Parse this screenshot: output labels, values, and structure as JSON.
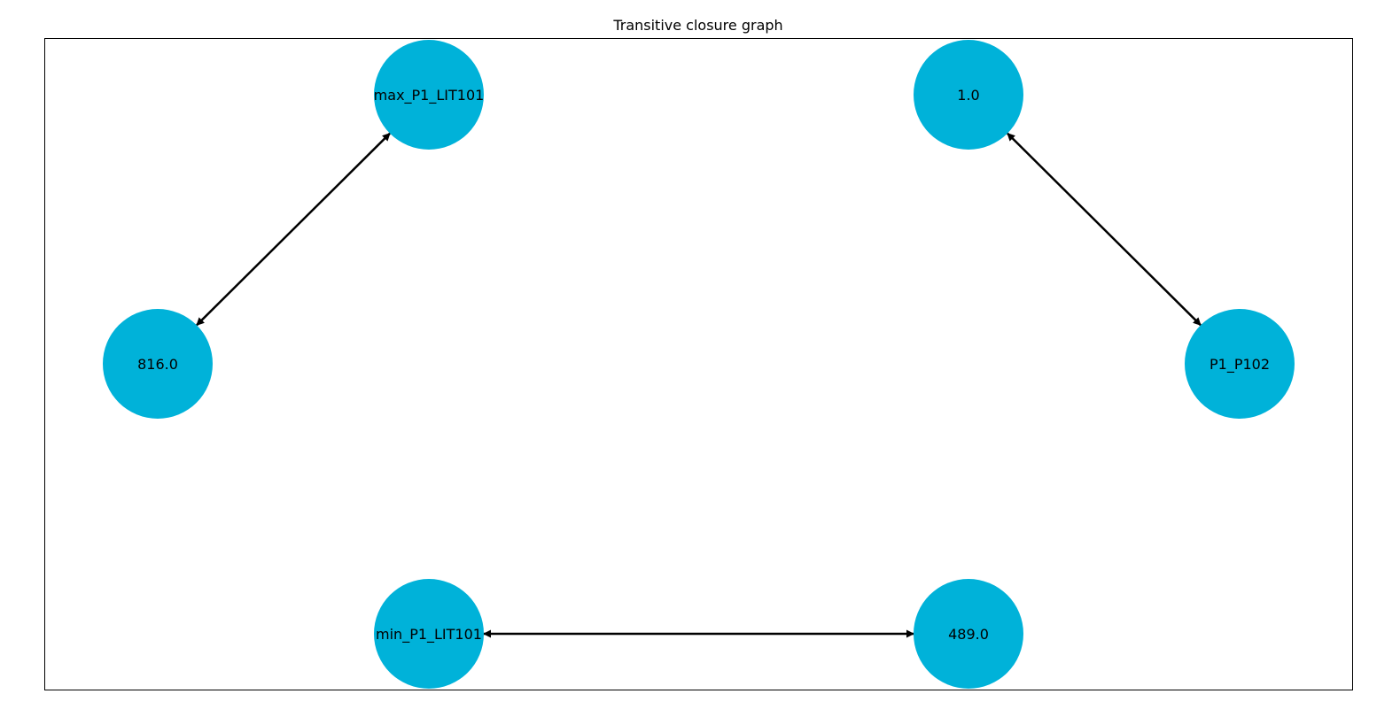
{
  "title": "Transitive closure graph",
  "colors": {
    "node_fill": "#00b2d9",
    "edge": "#000000",
    "frame": "#000000",
    "background": "#ffffff"
  },
  "nodes": [
    {
      "id": "max_P1_LIT101",
      "label": "max_P1_LIT101"
    },
    {
      "id": "1.0",
      "label": "1.0"
    },
    {
      "id": "816.0",
      "label": "816.0"
    },
    {
      "id": "P1_P102",
      "label": "P1_P102"
    },
    {
      "id": "min_P1_LIT101",
      "label": "min_P1_LIT101"
    },
    {
      "id": "489.0",
      "label": "489.0"
    }
  ],
  "edges": [
    {
      "source": "max_P1_LIT101",
      "target": "816.0",
      "bidirectional": true
    },
    {
      "source": "1.0",
      "target": "P1_P102",
      "bidirectional": true
    },
    {
      "source": "min_P1_LIT101",
      "target": "489.0",
      "bidirectional": true
    }
  ]
}
